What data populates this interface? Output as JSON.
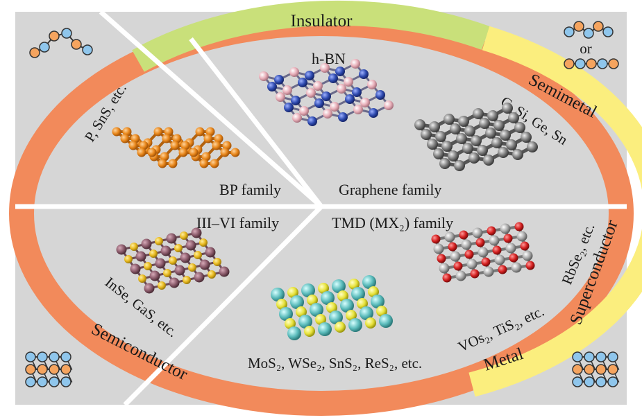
{
  "ring": {
    "insulator": "Insulator",
    "semimetal": "Semimetal",
    "superconductor": "Superconductor",
    "metal": "Metal",
    "semiconductor": "Semiconductor"
  },
  "families": {
    "graphene": "Graphene family",
    "bp": "BP family",
    "iii_vi": "III–VI family",
    "tmd": "TMD (MX₂) family"
  },
  "materials": {
    "hbn": "h-BN",
    "graphene_examples": "C, Si, Ge, Sn",
    "bp_examples": "P, SnS, etc.",
    "iii_vi_examples": "InSe, GaS, etc.",
    "tmd_examples": "MoS₂, WSe₂, SnS₂, ReS₂, etc.",
    "metal_examples": "VOs₂, TiS₂, etc.",
    "superconductor_examples": "RbSe₂, etc."
  },
  "corner": {
    "or_label": "or"
  },
  "colors": {
    "background_panel": "#d6d6d6",
    "insulator": "#c9e07a",
    "semimetal_metal": "#fbee7e",
    "semiconductor": "#f28a5b",
    "divider": "#ffffff",
    "orange_atom": "#e8861a",
    "boron_pink": "#e8aeb8",
    "nitrogen_blue": "#2f4bb0",
    "carbon_gray": "#7d7d7d",
    "indium_purple": "#8a5a6a",
    "selenium_yellow": "#e7b81e",
    "mo_teal": "#5dbdbd",
    "s_yellow": "#e7e23a",
    "v_red": "#d42020",
    "metal_gray": "#a8a8a8",
    "corner_orange": "#f5a45f",
    "corner_blue": "#8fc6ec"
  }
}
